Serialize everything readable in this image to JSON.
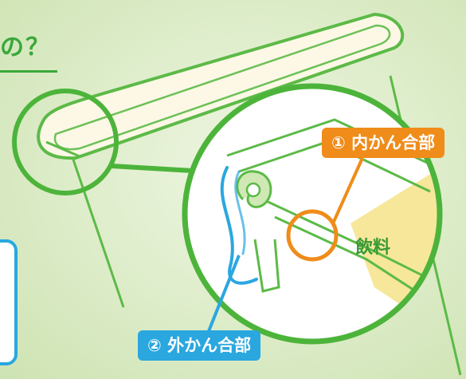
{
  "heading": {
    "text": "の？"
  },
  "labels": {
    "inner_seam": "① 内かん合部",
    "outer_seam": "② 外かん合部",
    "drink": "飲料"
  },
  "colors": {
    "background": "#dcecc6",
    "cup_outline": "#5cba47",
    "cup_fill": "#fdf8e6",
    "inner_seam_accent": "#ef8c1a",
    "outer_seam_accent": "#2aa7df",
    "drink_fill": "#f6e79a"
  },
  "icons": [
    "magnifier-circle",
    "curl-seam",
    "wave-line"
  ]
}
